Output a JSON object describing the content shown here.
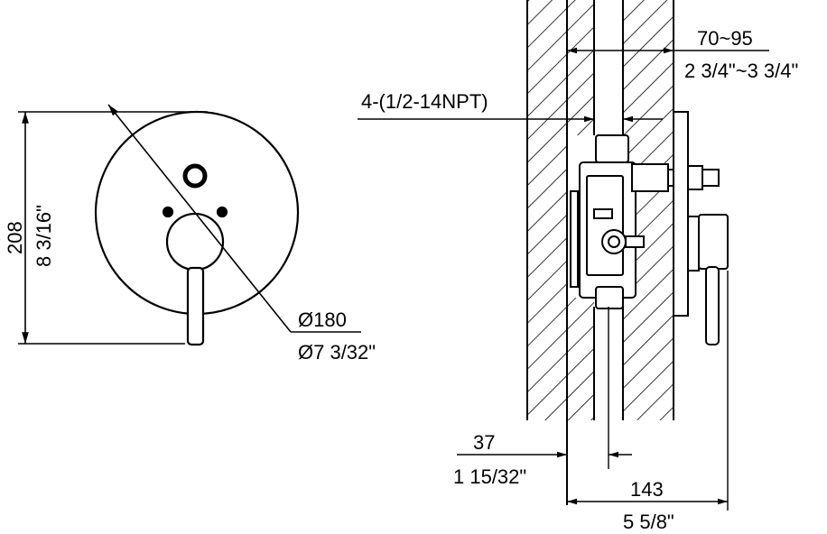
{
  "front_view": {
    "height_mm": "208",
    "height_in": "8 3/16\"",
    "diameter_mm": "Ø180",
    "diameter_in": "Ø7 3/32\""
  },
  "side_view": {
    "wall_range_mm": "70~95",
    "wall_range_in": "2 3/4\"~3 3/4\"",
    "connection_label": "4-(1/2-14NPT)",
    "offset_mm": "37",
    "offset_in": "1 15/32\"",
    "depth_mm": "143",
    "depth_in": "5 5/8\""
  }
}
